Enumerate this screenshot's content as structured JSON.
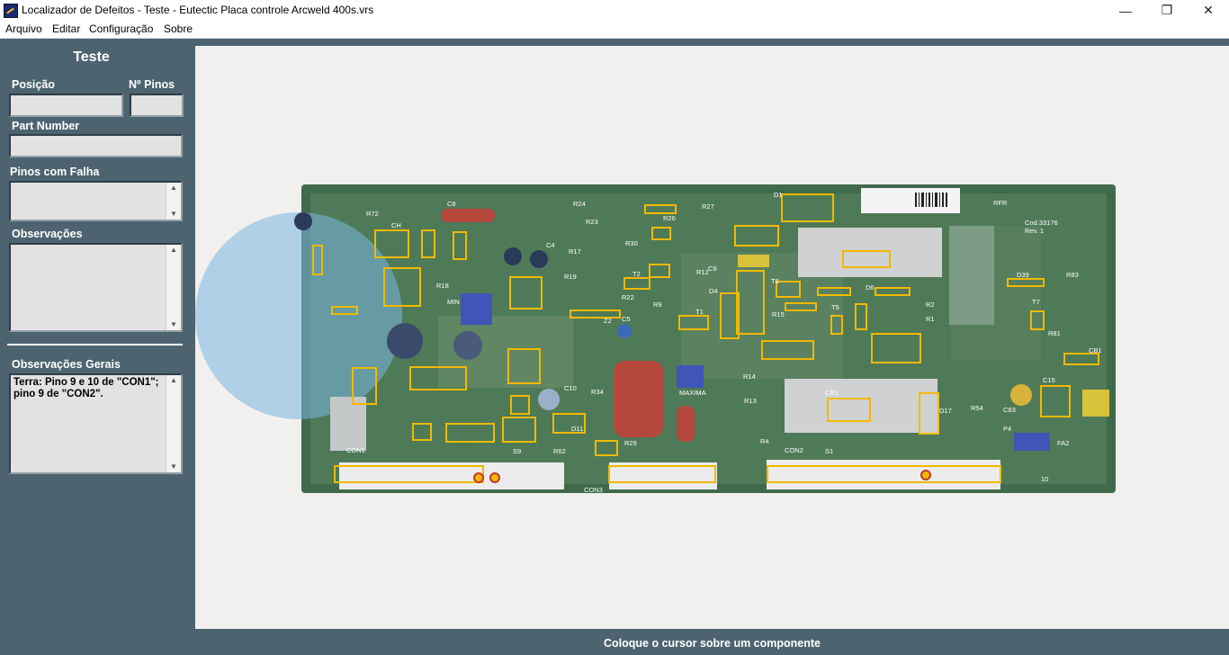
{
  "window": {
    "title": "Localizador de Defeitos - Teste - Eutectic Placa controle Arcweld 400s.vrs",
    "minimize_glyph": "—",
    "maximize_glyph": "❐",
    "close_glyph": "✕"
  },
  "menu": [
    "Arquivo",
    "Editar",
    "Configuração",
    "Sobre"
  ],
  "sidebar": {
    "title": "Teste",
    "posicao_label": "Posição",
    "posicao_value": "",
    "pinos_label": "Nº Pinos",
    "pinos_value": "",
    "part_number_label": "Part Number",
    "part_number_value": "",
    "pinos_falha_label": "Pinos com Falha",
    "pinos_falha_value": "",
    "observacoes_label": "Observações",
    "observacoes_value": "",
    "observacoes_gerais_label": "Observações Gerais",
    "observacoes_gerais_value": "Terra: Pino 9 e 10 de \"CON1\"; pino 9 de \"CON2\"."
  },
  "board": {
    "labels": [
      "C8",
      "R24",
      "R27",
      "D1",
      "RFR",
      "R72",
      "C4",
      "R23",
      "R26",
      "CH",
      "R17",
      "R30",
      "C9",
      "R18",
      "R19",
      "R22",
      "T2",
      "R12",
      "D4",
      "T6",
      "D6",
      "R2",
      "R1",
      "C5",
      "Z2",
      "R9",
      "T1",
      "R15",
      "T5",
      "R83",
      "R81",
      "T7",
      "CB1",
      "C15",
      "CR1",
      "D17",
      "C10",
      "R34",
      "MAXIMA",
      "R14",
      "R13",
      "R54",
      "C83",
      "P4",
      "FA2",
      "D11",
      "R29",
      "R4",
      "CON1",
      "CON2",
      "CON3",
      "S9",
      "S1",
      "R62",
      "Cod.33176",
      "Rev. 1",
      "D39",
      "MIN",
      "10"
    ],
    "status": "Coloque o cursor sobre um componente"
  }
}
